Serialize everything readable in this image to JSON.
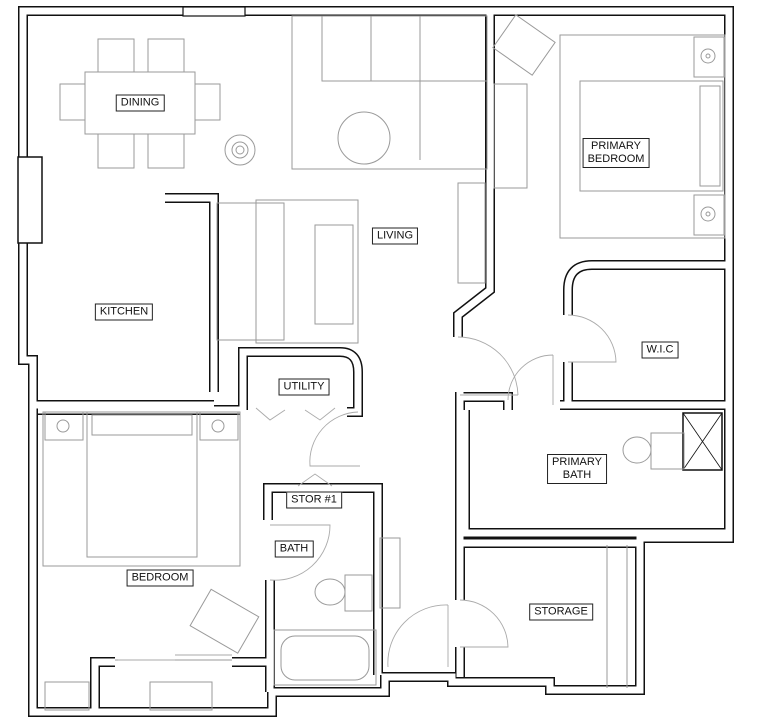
{
  "plan": {
    "rooms": {
      "dining": "DINING",
      "living": "LIVING",
      "kitchen": "KITCHEN",
      "primary_bedroom_1": "PRIMARY",
      "primary_bedroom_2": "BEDROOM",
      "wic": "W.I.C",
      "utility": "UTILITY",
      "primary_bath_1": "PRIMARY",
      "primary_bath_2": "BATH",
      "stor1": "STOR #1",
      "bath": "BATH",
      "bedroom": "BEDROOM",
      "storage": "STORAGE"
    },
    "colors": {
      "wall": "#111111",
      "furniture": "#9a9a9a"
    }
  }
}
